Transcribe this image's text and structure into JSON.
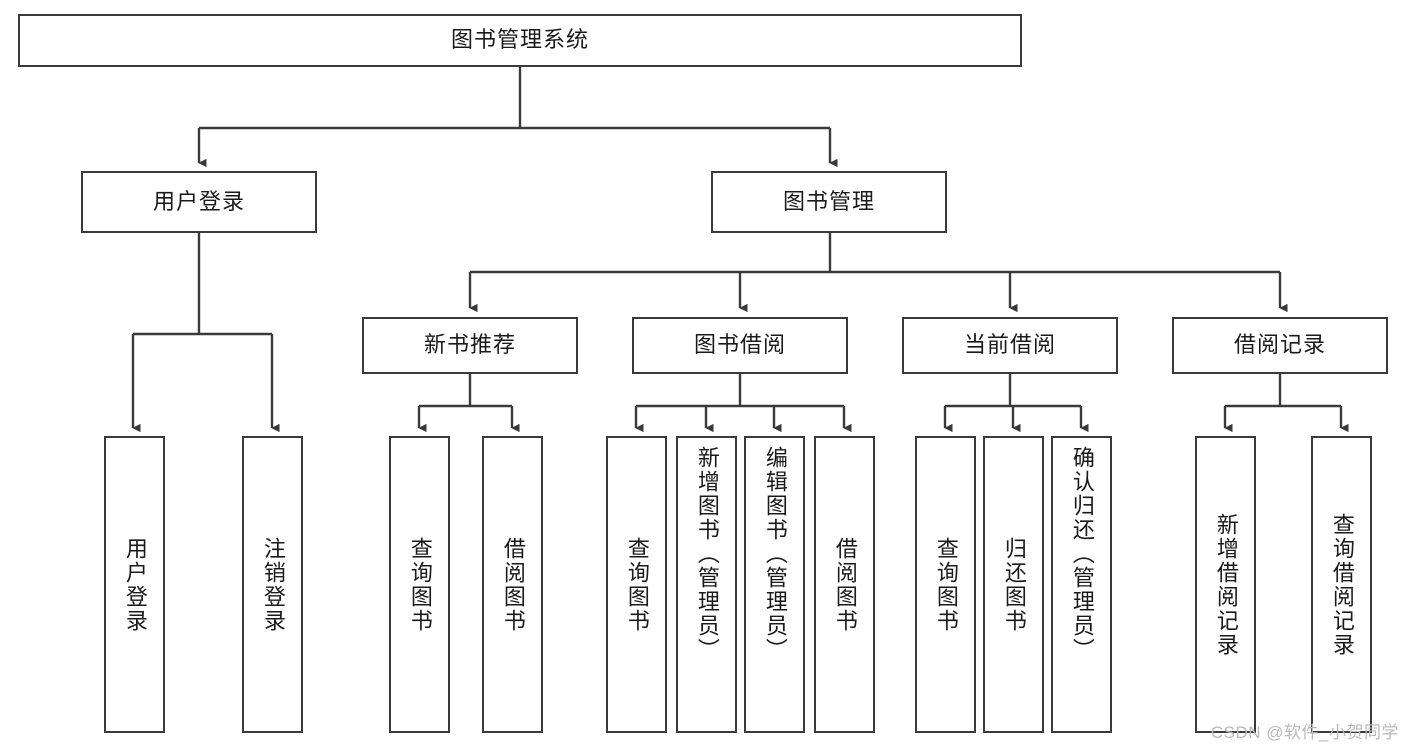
{
  "diagram": {
    "type": "tree-hierarchy",
    "title": "图书管理系统",
    "orientation": "top-down",
    "colors": {
      "node_border": "#3a3a3a",
      "node_fill": "#ffffff",
      "edge": "#3a3a3a",
      "text": "#1a1a1a",
      "watermark": "#b9b9b9"
    },
    "root": {
      "label": "图书管理系统"
    },
    "level2": [
      {
        "label": "用户登录"
      },
      {
        "label": "图书管理"
      }
    ],
    "level3": [
      {
        "label": "新书推荐"
      },
      {
        "label": "图书借阅"
      },
      {
        "label": "当前借阅"
      },
      {
        "label": "借阅记录"
      }
    ],
    "leaves": {
      "user_login": [
        {
          "label": "用户登录"
        },
        {
          "label": "注销登录"
        }
      ],
      "new_book_recommend": [
        {
          "label": "查询图书"
        },
        {
          "label": "借阅图书"
        }
      ],
      "book_borrow": [
        {
          "label": "查询图书"
        },
        {
          "label": "新增图书（管理员）"
        },
        {
          "label": "编辑图书（管理员）"
        },
        {
          "label": "借阅图书"
        }
      ],
      "current_borrow": [
        {
          "label": "查询图书"
        },
        {
          "label": "归还图书"
        },
        {
          "label": "确认归还（管理员）"
        }
      ],
      "borrow_record": [
        {
          "label": "新增借阅记录"
        },
        {
          "label": "查询借阅记录"
        }
      ]
    }
  },
  "watermark": {
    "text": "CSDN @软件_小贺同学"
  }
}
